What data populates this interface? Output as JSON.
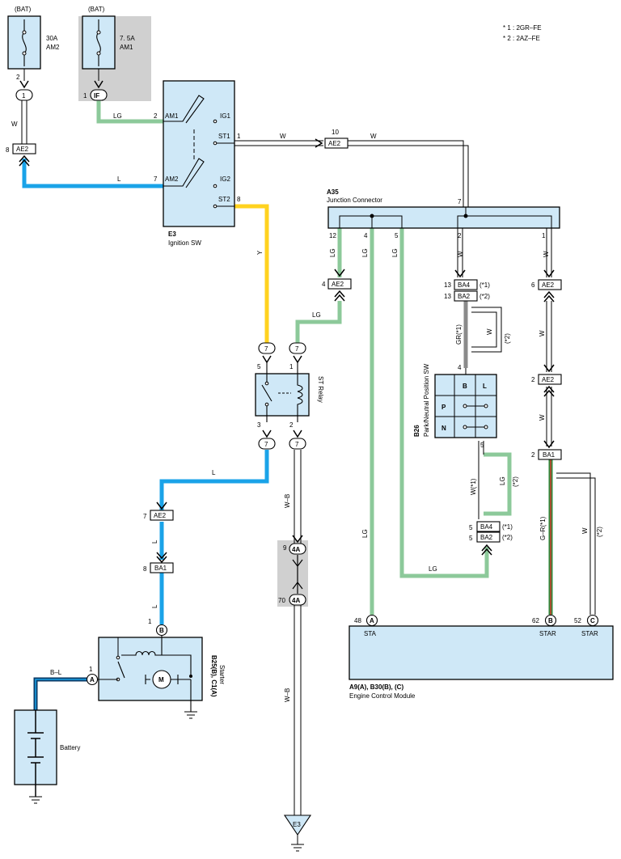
{
  "notes": [
    "* 1 : 2GR–FE",
    "* 2 : 2AZ–FE"
  ],
  "fuses": [
    {
      "source": "(BAT)",
      "rating": "30A",
      "name": "AM2"
    },
    {
      "source": "(BAT)",
      "rating": "7. 5A",
      "name": "AM1"
    }
  ],
  "ignition": {
    "code": "E3",
    "name": "Ignition SW",
    "terminals": [
      "AM1",
      "IG1",
      "ST1",
      "AM2",
      "IG2",
      "ST2"
    ]
  },
  "junction": {
    "code": "A35",
    "name": "Junction Connector"
  },
  "relay": {
    "name": "ST Relay"
  },
  "pnp": {
    "code": "B26",
    "name": "Park/Neutral Position SW",
    "cells": [
      "B",
      "L",
      "P",
      "N"
    ]
  },
  "starter": {
    "code": "B25(B), C1(A)",
    "name": "Starter",
    "motor": "M"
  },
  "battery": {
    "name": "Battery"
  },
  "ecm": {
    "code": "A9(A), B30(B), (C)",
    "name": "Engine Control Module",
    "pins": [
      "STA",
      "STAR",
      "STAR"
    ]
  },
  "ground_label": "E3",
  "connectors": {
    "ae2": "AE2",
    "ba1": "BA1",
    "ba2": "BA2",
    "ba4": "BA4",
    "if": "IF",
    "c1": "1",
    "c7": "7",
    "c4a": "4A",
    "a": "A",
    "b": "B",
    "c": "C"
  },
  "pins": [
    "1",
    "2",
    "3",
    "4",
    "5",
    "6",
    "7",
    "8",
    "9",
    "10",
    "12",
    "13",
    "48",
    "52",
    "62",
    "70"
  ],
  "variant_marks": [
    "(*1)",
    "(*2)"
  ],
  "wire_labels": {
    "lg": "LG",
    "w": "W",
    "l": "L",
    "y": "Y",
    "wb": "W–B",
    "bl": "B–L",
    "gr1": "GR(*1)",
    "w2": "(*2)",
    "w1": "W(*1)",
    "gr": "G–R(*1)"
  },
  "colors": {
    "lg": "#8cc99a",
    "l": "#1aa3e8",
    "y": "#ffd21f",
    "gr": "#8a8a8a",
    "box": "#cfe8f7",
    "shade": "#d0d0d0",
    "gr_red": "#d23a2a",
    "gr_green": "#2e8b3e"
  }
}
